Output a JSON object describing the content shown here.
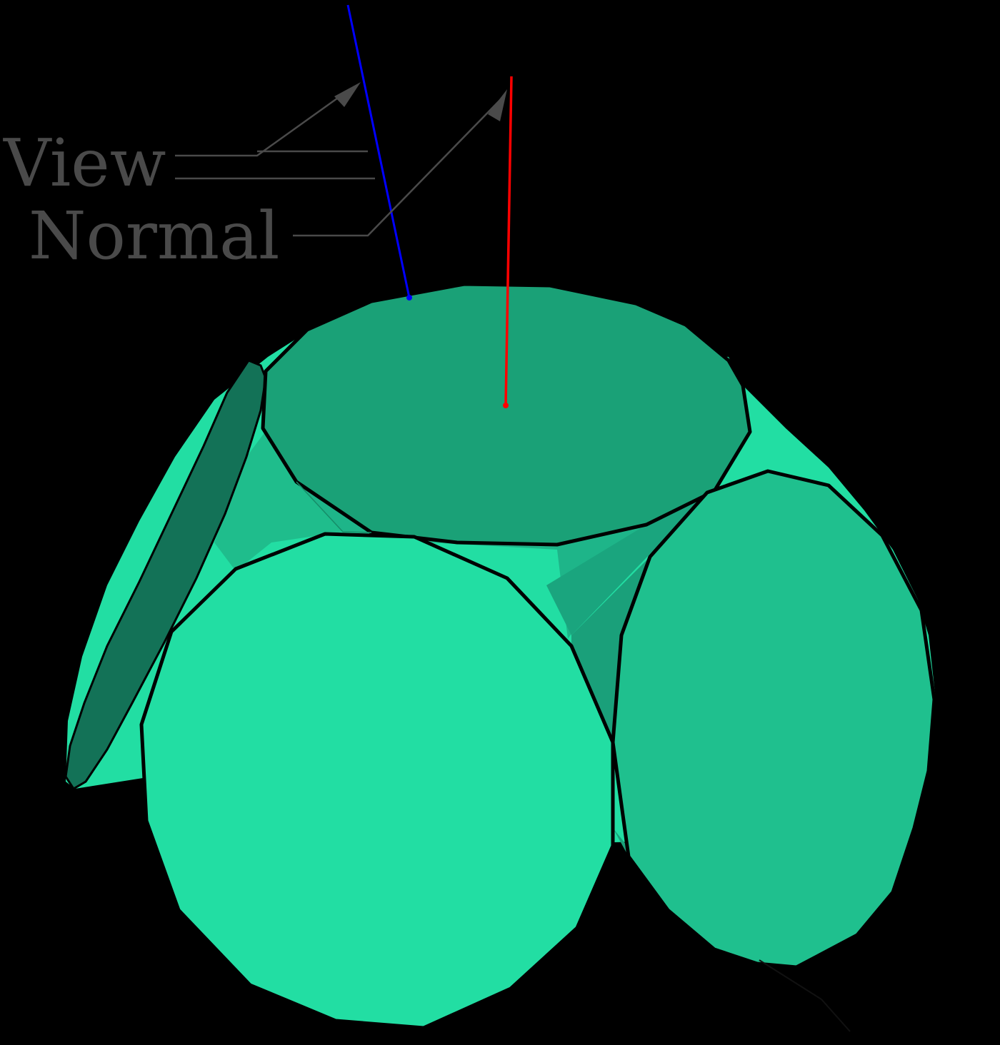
{
  "labels": {
    "view": "View",
    "normal": "Normal"
  },
  "colors": {
    "background": "#000000",
    "face_top": "#1aa177",
    "face_front": "#22dea3",
    "face_right": "#1fc08e",
    "face_left": "#137257",
    "side_bright": "#22dea3",
    "side_mid": "#1eb589",
    "side_dark": "#17a07a",
    "outline": "#000000",
    "view_vector": "#0000ff",
    "normal_vector": "#ff0000",
    "label_gray": "#4a4a4a"
  },
  "vectors": [
    {
      "name": "view",
      "color": "#0000ff"
    },
    {
      "name": "normal",
      "color": "#ff0000"
    }
  ]
}
